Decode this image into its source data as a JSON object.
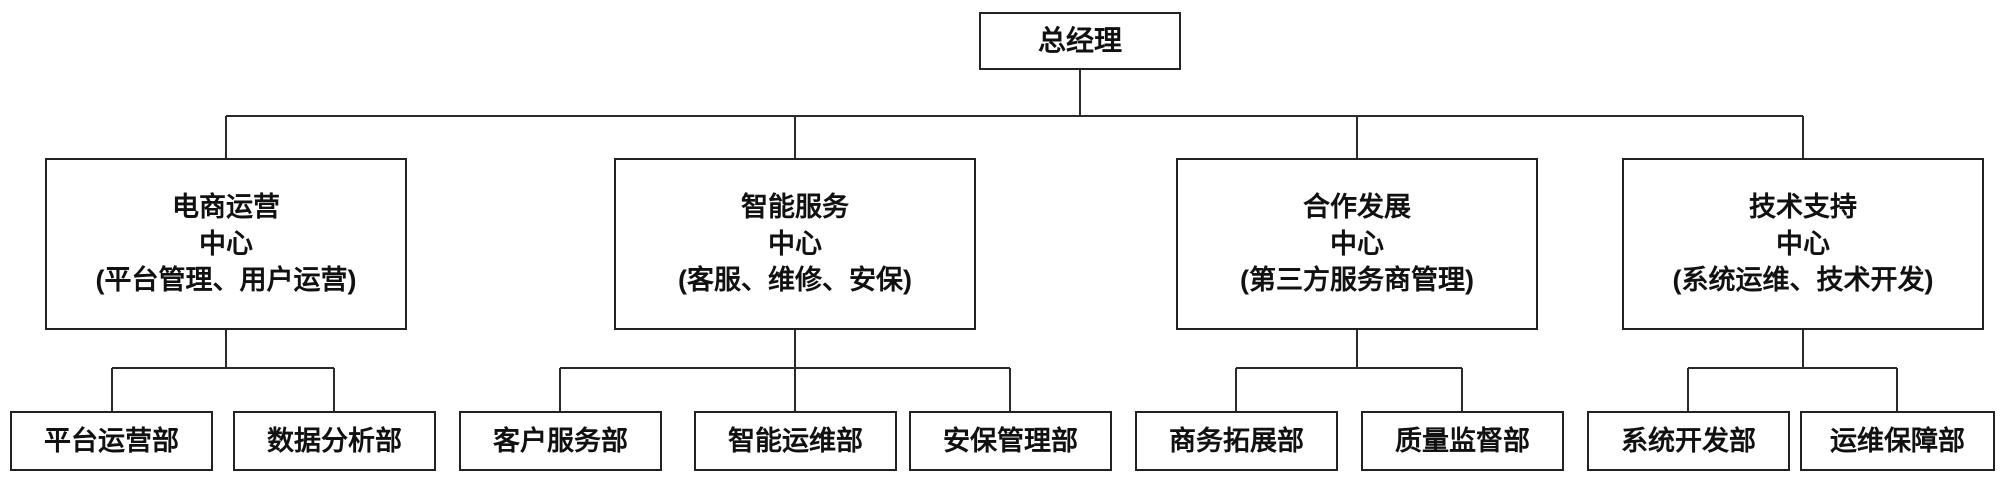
{
  "root": {
    "label": "总经理"
  },
  "centers": [
    {
      "line1": "电商运营",
      "line2": "中心",
      "line3": "(平台管理、用户运营)",
      "departments": [
        "平台运营部",
        "数据分析部"
      ]
    },
    {
      "line1": "智能服务",
      "line2": "中心",
      "line3": "(客服、维修、安保)",
      "departments": [
        "客户服务部",
        "智能运维部",
        "安保管理部"
      ]
    },
    {
      "line1": "合作发展",
      "line2": "中心",
      "line3": "(第三方服务商管理)",
      "departments": [
        "商务拓展部",
        "质量监督部"
      ]
    },
    {
      "line1": "技术支持",
      "line2": "中心",
      "line3": "(系统运维、技术开发)",
      "departments": [
        "系统开发部",
        "运维保障部"
      ]
    }
  ],
  "colors": {
    "line": "#2a2a2a",
    "border": "#222222",
    "text": "#111111",
    "background": "#ffffff"
  }
}
